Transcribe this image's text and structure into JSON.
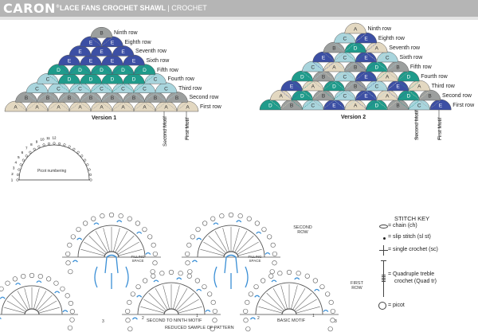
{
  "header": {
    "brand": "CARON",
    "title": "LACE FANS CROCHET SHAWL",
    "separator": "|",
    "category": "CROCHET"
  },
  "colors": {
    "A": "#e3d8c1",
    "B": "#9c9f9e",
    "C": "#a9d5dd",
    "D": "#1f9b8b",
    "E": "#3c4fa4"
  },
  "row_labels": [
    "First row",
    "Second row",
    "Third row",
    "Fourth row",
    "Fifth row",
    "Sixth row",
    "Seventh row",
    "Eighth row",
    "Ninth row"
  ],
  "version1": {
    "caption": "Version 1",
    "rows": [
      [
        "A",
        "A",
        "A",
        "A",
        "A",
        "A",
        "A",
        "A",
        "A"
      ],
      [
        "B",
        "B",
        "B",
        "B",
        "B",
        "B",
        "B",
        "B"
      ],
      [
        "C",
        "C",
        "C",
        "C",
        "C",
        "C",
        "C"
      ],
      [
        "C",
        "D",
        "D",
        "D",
        "D",
        "C"
      ],
      [
        "D",
        "D",
        "D",
        "D",
        "D"
      ],
      [
        "E",
        "E",
        "E",
        "E"
      ],
      [
        "E",
        "E",
        "E"
      ],
      [
        "E",
        "E"
      ],
      [
        "B"
      ]
    ],
    "second_motif": "Second Motif",
    "first_motif": "First Motif"
  },
  "version2": {
    "caption": "Version 2",
    "rows": [
      [
        "D",
        "B",
        "C",
        "E",
        "A",
        "D",
        "B",
        "C",
        "E"
      ],
      [
        "A",
        "D",
        "B",
        "C",
        "E",
        "A",
        "D",
        "B"
      ],
      [
        "E",
        "A",
        "D",
        "B",
        "C",
        "E",
        "A"
      ],
      [
        "D",
        "B",
        "C",
        "E",
        "A",
        "D"
      ],
      [
        "C",
        "A",
        "B",
        "D",
        "B"
      ],
      [
        "E",
        "C",
        "E",
        "C"
      ],
      [
        "B",
        "D",
        "A"
      ],
      [
        "C",
        "E"
      ],
      [
        "A"
      ]
    ],
    "second_motif": "Second Motif",
    "first_motif": "First Motif"
  },
  "picot": {
    "caption": "Picot numbering",
    "numbers": [
      "1",
      "2",
      "3",
      "4",
      "5",
      "6",
      "7",
      "8",
      "9",
      "10",
      "11",
      "12"
    ]
  },
  "pattern": {
    "second_row": "SECOND ROW",
    "first_row": "FIRST ROW",
    "filling_space": "FILLING SPACE",
    "second_to_ninth": "SECOND TO NINTH MOTIF",
    "basic_motif": "BASIC MOTIF",
    "caption": "REDUCED SAMPLE OF PATTERN",
    "nums": [
      "1",
      "2",
      "3"
    ]
  },
  "stitch_key": {
    "title": "STITCH KEY",
    "items": [
      {
        "icon": "chain-icon",
        "label": "= chain (ch)"
      },
      {
        "icon": "slip-stitch-icon",
        "label": "= slip stitch (sl st)"
      },
      {
        "icon": "single-crochet-icon",
        "label": "= single crochet (sc)"
      },
      {
        "icon": "quad-treble-icon",
        "label": "= Quadruple treble",
        "label2": "crochet (Quad tr)"
      },
      {
        "icon": "picot-icon",
        "label": "= picot"
      }
    ]
  }
}
